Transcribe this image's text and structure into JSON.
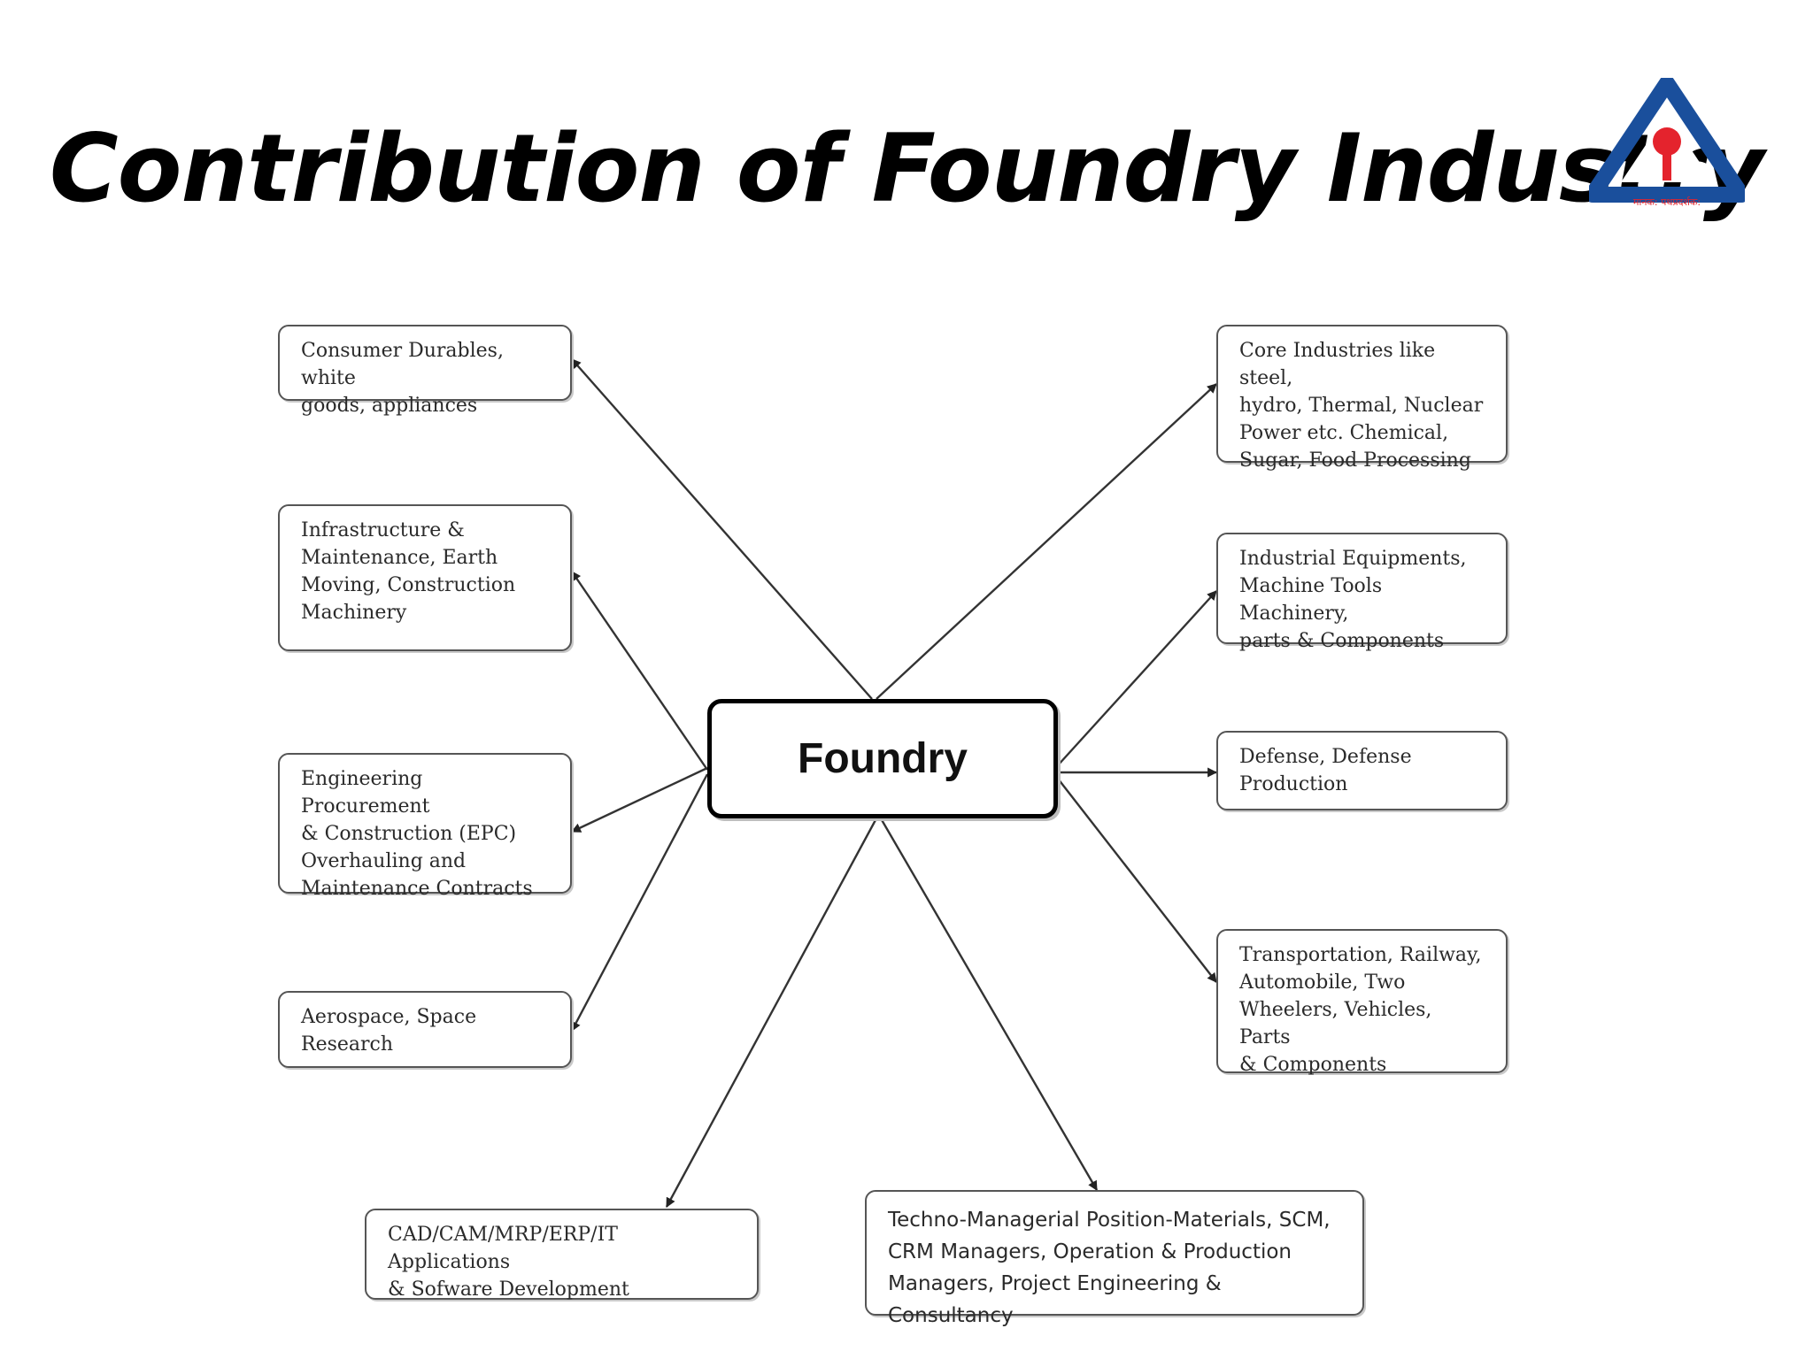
{
  "slide": {
    "title": "Contribution of Foundry Industry"
  },
  "logo": {
    "icon": "bis-triangle-logo-icon",
    "caption": "मानक: पथप्रदर्शक:",
    "colors": {
      "triangle": "#1a4f9c",
      "dot": "#e4232d",
      "caption": "#e4232d"
    }
  },
  "diagram": {
    "center": "Foundry",
    "left_nodes": [
      {
        "text": "Consumer Durables, white\ngoods, appliances"
      },
      {
        "text": "Infrastructure &\nMaintenance, Earth\nMoving, Construction\nMachinery"
      },
      {
        "text": "Engineering Procurement\n& Construction (EPC)\nOverhauling and\nMaintenance Contracts"
      },
      {
        "text": "Aerospace, Space Research"
      }
    ],
    "right_nodes": [
      {
        "text": "Core Industries like steel,\nhydro, Thermal, Nuclear\nPower etc. Chemical,\nSugar, Food Processing"
      },
      {
        "text": "Industrial Equipments,\nMachine Tools Machinery,\nparts & Components"
      },
      {
        "text": "Defense, Defense\nProduction"
      },
      {
        "text": "Transportation, Railway,\nAutomobile, Two\nWheelers, Vehicles, Parts\n& Components"
      }
    ],
    "bottom_nodes": [
      {
        "text": "CAD/CAM/MRP/ERP/IT Applications\n& Sofware Development"
      },
      {
        "text": "Techno-Managerial Position-Materials, SCM,\nCRM Managers, Operation & Production\nManagers, Project Engineering & Consultancy"
      }
    ]
  }
}
